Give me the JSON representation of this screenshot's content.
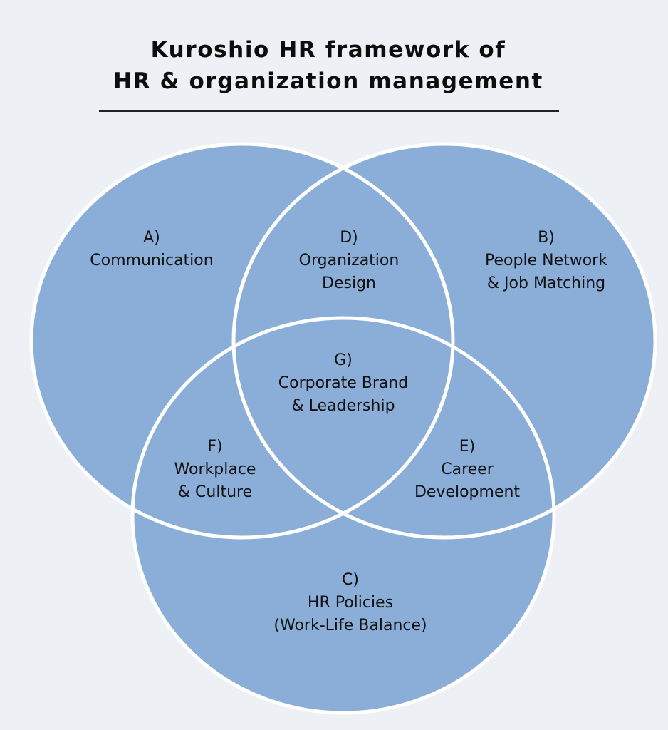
{
  "title": {
    "line1": "Kuroshio HR framework of",
    "line2": "HR & organization management"
  },
  "colors": {
    "background": "#edf0f5",
    "circle_fill": "#8aaed8",
    "circle_stroke": "#ffffff",
    "text": "#111111"
  },
  "circles": [
    {
      "id": "A",
      "name": "Communication"
    },
    {
      "id": "B",
      "name": "People Network & Job Matching"
    },
    {
      "id": "C",
      "name": "HR Policies (Work-Life Balance)"
    }
  ],
  "regions": {
    "A": {
      "letter": "A)",
      "lines": [
        "Communication"
      ]
    },
    "B": {
      "letter": "B)",
      "lines": [
        "People Network",
        "& Job Matching"
      ]
    },
    "C": {
      "letter": "C)",
      "lines": [
        "HR Policies",
        "(Work-Life Balance)"
      ]
    },
    "D": {
      "letter": "D)",
      "lines": [
        "Organization",
        "Design"
      ]
    },
    "E": {
      "letter": "E)",
      "lines": [
        "Career",
        "Development"
      ]
    },
    "F": {
      "letter": "F)",
      "lines": [
        "Workplace",
        "& Culture"
      ]
    },
    "G": {
      "letter": "G)",
      "lines": [
        "Corporate Brand",
        "& Leadership"
      ]
    }
  }
}
